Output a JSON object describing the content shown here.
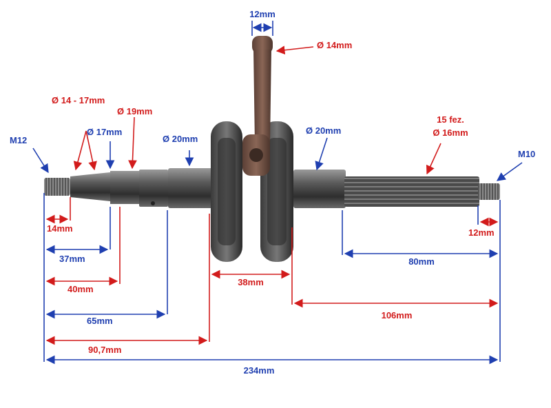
{
  "labels": {
    "pin_width": "12mm",
    "pin_diameter": "Ø 14mm",
    "taper_diameter": "Ø 14 - 17mm",
    "d17": "Ø 17mm",
    "d19": "Ø 19mm",
    "d20_left": "Ø 20mm",
    "d20_right": "Ø 20mm",
    "spline_count": "15 fez.",
    "spline_diameter": "Ø 16mm",
    "thread_left": "M12",
    "thread_right": "M10",
    "len_14": "14mm",
    "len_37": "37mm",
    "len_40": "40mm",
    "len_65": "65mm",
    "len_90_7": "90,7mm",
    "len_total": "234mm",
    "len_38": "38mm",
    "len_106": "106mm",
    "len_80": "80mm",
    "len_12_right": "12mm"
  },
  "colors": {
    "dimension_blue": "#1f3fb0",
    "callout_red": "#d21b1b",
    "steel": "#4a4a4a"
  }
}
